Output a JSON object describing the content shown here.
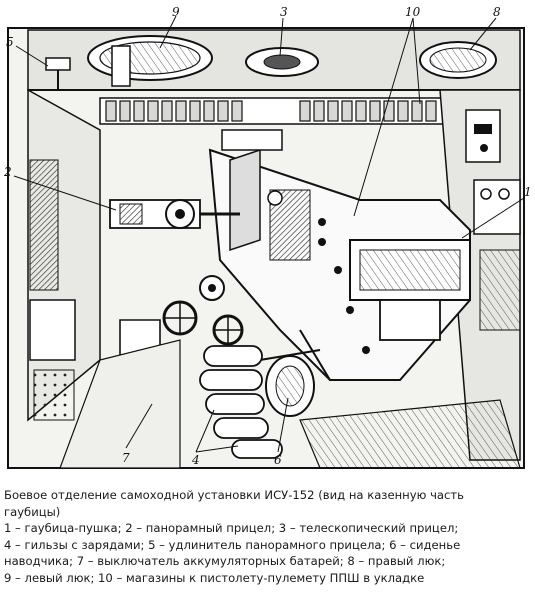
{
  "figure": {
    "callouts": [
      {
        "label": "9"
      },
      {
        "label": "3"
      },
      {
        "label": "10"
      },
      {
        "label": "8"
      },
      {
        "label": "5"
      },
      {
        "label": "2"
      },
      {
        "label": "7"
      },
      {
        "label": "4"
      },
      {
        "label": "6"
      },
      {
        "label": "1"
      }
    ]
  },
  "caption": {
    "title_line1": "Боевое отделение самоходной установки ИСУ-152 (вид на казенную часть",
    "title_line2": "гаубицы)",
    "legend": [
      "1 – гаубица-пушка; 2 – панорамный прицел; 3 – телескопический прицел;",
      "4 – гильзы с зарядами; 5 – удлинитель панорамного прицела; 6 – сиденье",
      "наводчика; 7 – выключатель аккумуляторных батарей; 8 – правый люк;",
      "9 – левый люк; 10 – магазины к пистолету-пулемету ППШ в укладке"
    ]
  }
}
